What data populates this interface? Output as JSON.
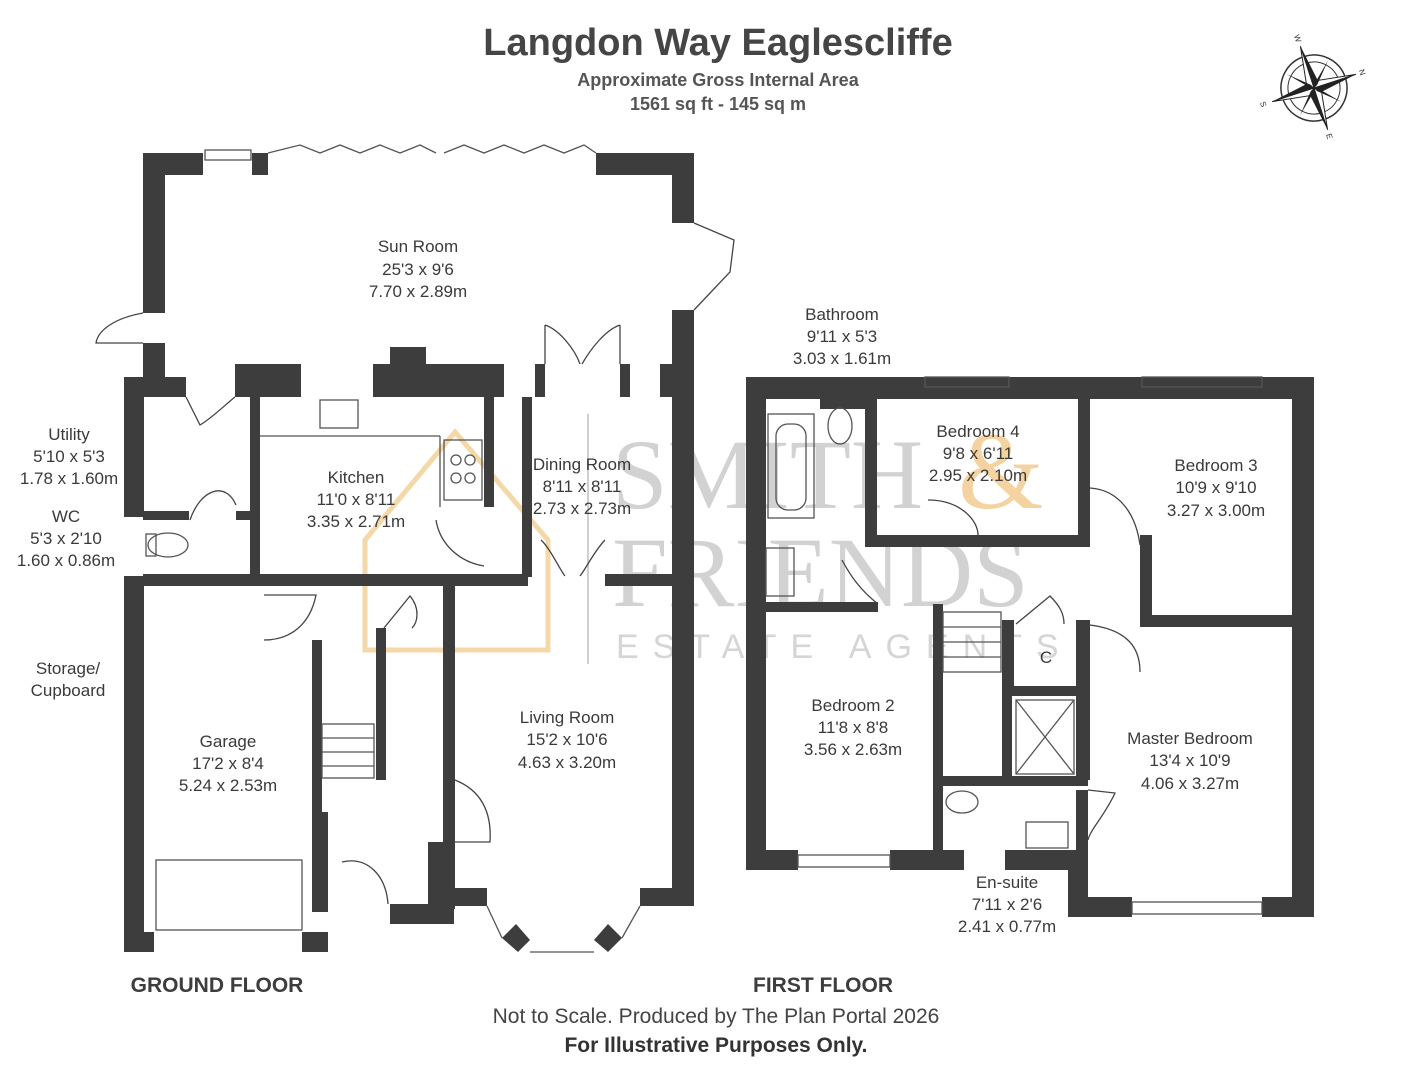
{
  "header": {
    "title": "Langdon Way Eaglescliffe",
    "subtitle": "Approximate Gross Internal Area",
    "area": "1561 sq ft - 145 sq m"
  },
  "compass": {
    "icon": "compass-rose-icon",
    "points": [
      "N",
      "E",
      "S",
      "W"
    ]
  },
  "watermark": {
    "line1": "SMITH",
    "amp": "&",
    "line2": "FRIENDS",
    "line3": "ESTATE AGENTS",
    "color": "#c9c9c9",
    "accent": "#f3c98a"
  },
  "ground_floor": {
    "label": "GROUND FLOOR",
    "rooms": {
      "sun_room": {
        "name": "Sun Room",
        "imperial": "25'3 x 9'6",
        "metric": "7.70 x 2.89m"
      },
      "utility": {
        "name": "Utility",
        "imperial": "5'10 x 5'3",
        "metric": "1.78 x 1.60m"
      },
      "wc": {
        "name": "WC",
        "imperial": "5'3 x 2'10",
        "metric": "1.60 x 0.86m"
      },
      "kitchen": {
        "name": "Kitchen",
        "imperial": "11'0 x 8'11",
        "metric": "3.35 x 2.71m"
      },
      "dining": {
        "name": "Dining Room",
        "imperial": "8'11 x 8'11",
        "metric": "2.73 x 2.73m"
      },
      "storage": {
        "name1": "Storage/",
        "name2": "Cupboard"
      },
      "garage": {
        "name": "Garage",
        "imperial": "17'2 x 8'4",
        "metric": "5.24 x 2.53m"
      },
      "living": {
        "name": "Living Room",
        "imperial": "15'2 x 10'6",
        "metric": "4.63 x 3.20m"
      }
    }
  },
  "first_floor": {
    "label": "FIRST FLOOR",
    "rooms": {
      "bathroom": {
        "name": "Bathroom",
        "imperial": "9'11 x 5'3",
        "metric": "3.03 x 1.61m"
      },
      "bed4": {
        "name": "Bedroom 4",
        "imperial": "9'8 x 6'11",
        "metric": "2.95 x 2.10m"
      },
      "bed3": {
        "name": "Bedroom 3",
        "imperial": "10'9 x 9'10",
        "metric": "3.27 x 3.00m"
      },
      "bed2": {
        "name": "Bedroom 2",
        "imperial": "11'8 x 8'8",
        "metric": "3.56 x 2.63m"
      },
      "cupboard": {
        "name": "C"
      },
      "master": {
        "name": "Master Bedroom",
        "imperial": "13'4 x 10'9",
        "metric": "4.06 x 3.27m"
      },
      "ensuite": {
        "name": "En-suite",
        "imperial": "7'11 x 2'6",
        "metric": "2.41 x 0.77m"
      }
    }
  },
  "footer": {
    "line1": "Not to Scale. Produced by The Plan Portal 2026",
    "line2": "For Illustrative Purposes Only."
  }
}
